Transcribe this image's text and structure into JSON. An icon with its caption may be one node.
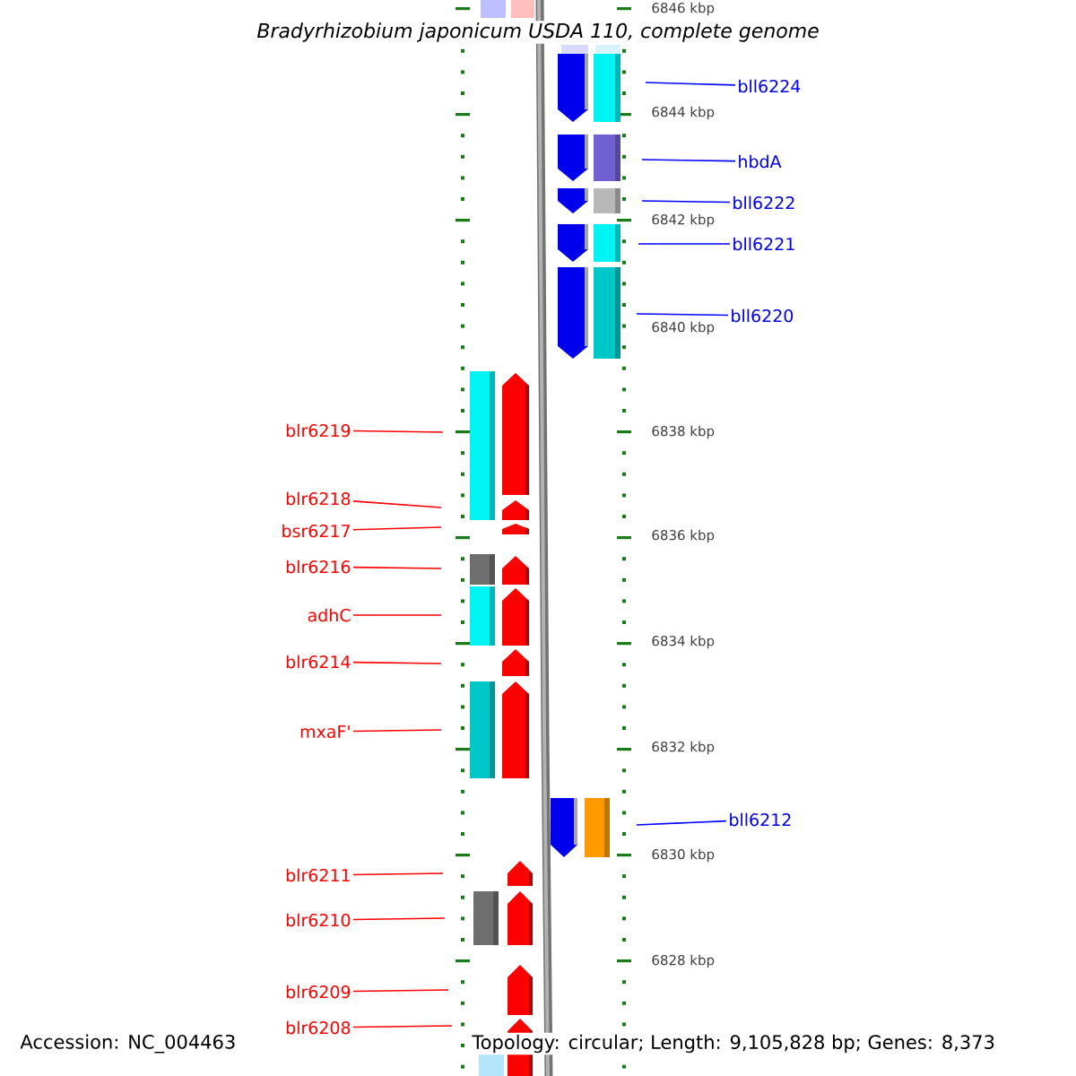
{
  "diagram": {
    "title": "Bradyrhizobium japonicum USDA 110, complete genome",
    "nodes": [
      {
        "text": [
          "bll6224"
        ]
      },
      {
        "text": [
          "hbdA"
        ]
      },
      {
        "text": [
          "bll6222"
        ]
      },
      {
        "text": [
          "bll6221"
        ]
      },
      {
        "text": [
          "bll6220"
        ]
      },
      {
        "text": [
          "blr6219"
        ]
      },
      {
        "text": [
          "blr6218"
        ]
      },
      {
        "text": [
          "bsr6217"
        ]
      },
      {
        "text": [
          "blr6216"
        ]
      },
      {
        "text": [
          "adhC"
        ]
      },
      {
        "text": [
          "blr6214"
        ]
      },
      {
        "text": [
          "mxaF'"
        ]
      },
      {
        "text": [
          "bll6212"
        ]
      },
      {
        "text": [
          "blr6211"
        ]
      },
      {
        "text": [
          "blr6210"
        ]
      },
      {
        "text": [
          "blr6209"
        ]
      },
      {
        "text": [
          "blr6208"
        ]
      }
    ],
    "edges": [
      {
        "from": 0,
        "to": null,
        "arrow": "none",
        "color": "#0000ff"
      },
      {
        "from": 1,
        "to": null,
        "arrow": "none",
        "color": "#0000ff"
      },
      {
        "from": 2,
        "to": null,
        "arrow": "none",
        "color": "#0000ff"
      },
      {
        "from": 3,
        "to": null,
        "arrow": "none",
        "color": "#0000ff"
      },
      {
        "from": 4,
        "to": null,
        "arrow": "none",
        "color": "#0000ff"
      },
      {
        "from": 5,
        "to": null,
        "arrow": "none"
      },
      {
        "from": 6,
        "to": null,
        "arrow": "none"
      },
      {
        "from": 7,
        "to": null,
        "arrow": "none"
      },
      {
        "from": 8,
        "to": null,
        "arrow": "none"
      },
      {
        "from": 9,
        "to": null,
        "arrow": "none"
      },
      {
        "from": 10,
        "to": null,
        "arrow": "none"
      },
      {
        "from": 11,
        "to": null,
        "arrow": "none"
      },
      {
        "from": 12,
        "to": null,
        "arrow": "none",
        "color": "#0000ff"
      },
      {
        "from": 13,
        "to": null,
        "arrow": "none"
      },
      {
        "from": 14,
        "to": null,
        "arrow": "none"
      },
      {
        "from": 15,
        "to": null,
        "arrow": "none"
      },
      {
        "from": 16,
        "to": null,
        "arrow": "none"
      }
    ],
    "labels": [
      "6846 kbp",
      "6844 kbp",
      "6842 kbp",
      "6840 kbp",
      "6838 kbp",
      "6836 kbp",
      "6834 kbp",
      "6832 kbp",
      "6830 kbp",
      "6828 kbp",
      "Accession: NC_004463",
      "Topology: circular; Length: 9,105,828 bp; Genes: 8,373"
    ]
  }
}
